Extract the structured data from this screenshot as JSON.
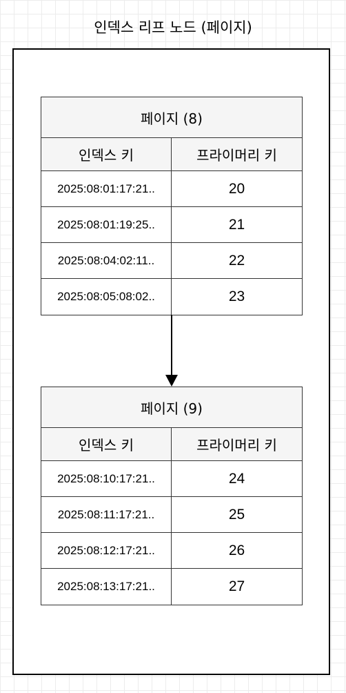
{
  "title": "인덱스 리프 노드 (페이지)",
  "pages": [
    {
      "header": "페이지 (8)",
      "col_index_key": "인덱스 키",
      "col_primary_key": "프라이머리 키",
      "rows": [
        {
          "index_key": "2025:08:01:17:21..",
          "primary_key": "20"
        },
        {
          "index_key": "2025:08:01:19:25..",
          "primary_key": "21"
        },
        {
          "index_key": "2025:08:04:02:11..",
          "primary_key": "22"
        },
        {
          "index_key": "2025:08:05:08:02..",
          "primary_key": "23"
        }
      ]
    },
    {
      "header": "페이지 (9)",
      "col_index_key": "인덱스 키",
      "col_primary_key": "프라이머리 키",
      "rows": [
        {
          "index_key": "2025:08:10:17:21..",
          "primary_key": "24"
        },
        {
          "index_key": "2025:08:11:17:21..",
          "primary_key": "25"
        },
        {
          "index_key": "2025:08:12:17:21..",
          "primary_key": "26"
        },
        {
          "index_key": "2025:08:13:17:21..",
          "primary_key": "27"
        }
      ]
    }
  ]
}
